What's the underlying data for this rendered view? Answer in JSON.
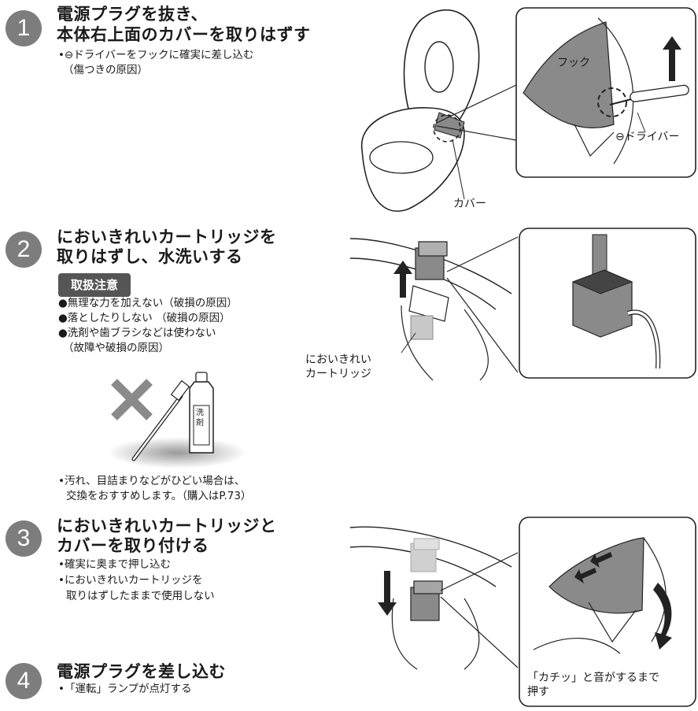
{
  "steps": [
    {
      "number": "1",
      "title_line1": "電源プラグを抜き、",
      "title_line2": "本体右上面のカバーを取りはずす",
      "notes": [
        "•⊖ドライバーをフックに確実に差し込む",
        "（傷つきの原因）"
      ],
      "labels": {
        "cover": "カバー",
        "hook": "フック",
        "driver": "⊖ドライバー"
      }
    },
    {
      "number": "2",
      "title_line1": "においきれいカートリッジを",
      "title_line2": "取りはずし、水洗いする",
      "caution_title": "取扱注意",
      "cautions": [
        "●無理な力を加えない（破損の原因）",
        "●落としたりしない （破損の原因）",
        "●洗剤や歯ブラシなどは使わない",
        "（故障や破損の原因）"
      ],
      "detergent_label_1": "洗",
      "detergent_label_2": "剤",
      "notes": [
        "•汚れ、目詰まりなどがひどい場合は、",
        "交換をおすすめします。（購入はP.73）"
      ],
      "labels": {
        "cartridge_1": "においきれい",
        "cartridge_2": "カートリッジ"
      }
    },
    {
      "number": "3",
      "title_line1": "においきれいカートリッジと",
      "title_line2": "カバーを取り付ける",
      "notes": [
        "•確実に奥まで押し込む",
        "•においきれいカートリッジを",
        "取りはずしたままで使用しない"
      ],
      "callout_line1": "「カチッ」と音がするまで",
      "callout_line2": "押す"
    },
    {
      "number": "4",
      "title_line1": "電源プラグを差し込む",
      "notes": [
        "•「運転」ランプが点灯する"
      ]
    }
  ],
  "colors": {
    "number_circle": "#7d7d7d",
    "caution_bg": "#555555",
    "part_gray": "#8a8a8a",
    "line": "#222222"
  }
}
